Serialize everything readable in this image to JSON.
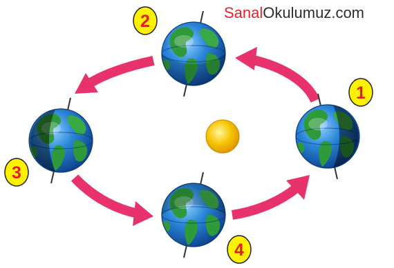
{
  "watermark": {
    "part1": "Sanal",
    "part2": "Okulumuz",
    "part3": ".com"
  },
  "positions": [
    {
      "number": "1"
    },
    {
      "number": "2"
    },
    {
      "number": "3"
    },
    {
      "number": "4"
    }
  ],
  "colors": {
    "arrow": "#e8326b",
    "sun": "#f5c400",
    "ocean": "#1f6fc4",
    "land": "#2f9a3a",
    "badge_fill": "#fff200",
    "badge_text": "#e02020",
    "watermark_red": "#e8202a"
  }
}
